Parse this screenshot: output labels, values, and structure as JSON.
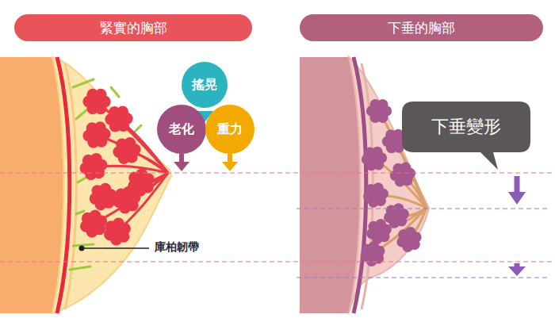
{
  "diagram": {
    "nodes": [
      {
        "text": [
          "緊實的胸部"
        ]
      },
      {
        "text": [
          "搖晃"
        ]
      },
      {
        "text": [
          "老化"
        ]
      },
      {
        "text": [
          "重力"
        ]
      },
      {
        "text": [
          "下垂的胸部"
        ]
      },
      {
        "text": [
          "下垂變形"
        ]
      }
    ],
    "labels": [
      "庫柏韌帶"
    ]
  }
}
